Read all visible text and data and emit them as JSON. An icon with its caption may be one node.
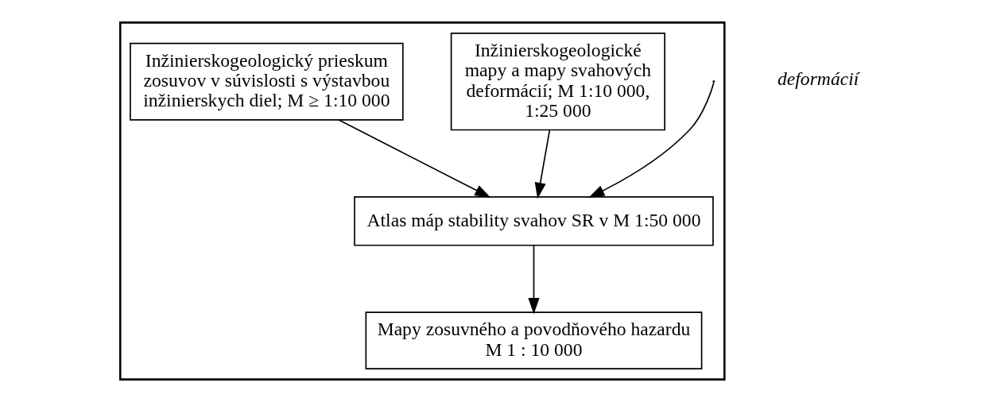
{
  "diagram": {
    "nodes": [
      {
        "text": [],
        "shape": "box"
      },
      {
        "text": [
          "Inžinierskogeologické mapy a mapy svahových deformácií; M 1:10 000, 1:25 000"
        ],
        "in": 0
      },
      {
        "text": [
          "Inžinierskogeologický prieskum zosuvov v súvislosti s výstavbou inžinierskych diel; M ≥ 1:10 000"
        ],
        "in": 0
      },
      {
        "text": [
          "Atlas máp stability svahov SR v M 1:50 000"
        ],
        "in": 0
      },
      {
        "text": [
          "Mapy zosuvného a povodňového hazardu M 1 : 10 000"
        ],
        "in": 0
      }
    ],
    "edges": [
      {
        "from": null,
        "to": 3,
        "arrow": "to"
      },
      {
        "from": 1,
        "to": 3,
        "arrow": "to"
      },
      {
        "from": 2,
        "to": 3,
        "arrow": "to"
      },
      {
        "from": 3,
        "to": 4,
        "arrow": "to"
      }
    ],
    "labels": [
      "deformácií"
    ]
  }
}
